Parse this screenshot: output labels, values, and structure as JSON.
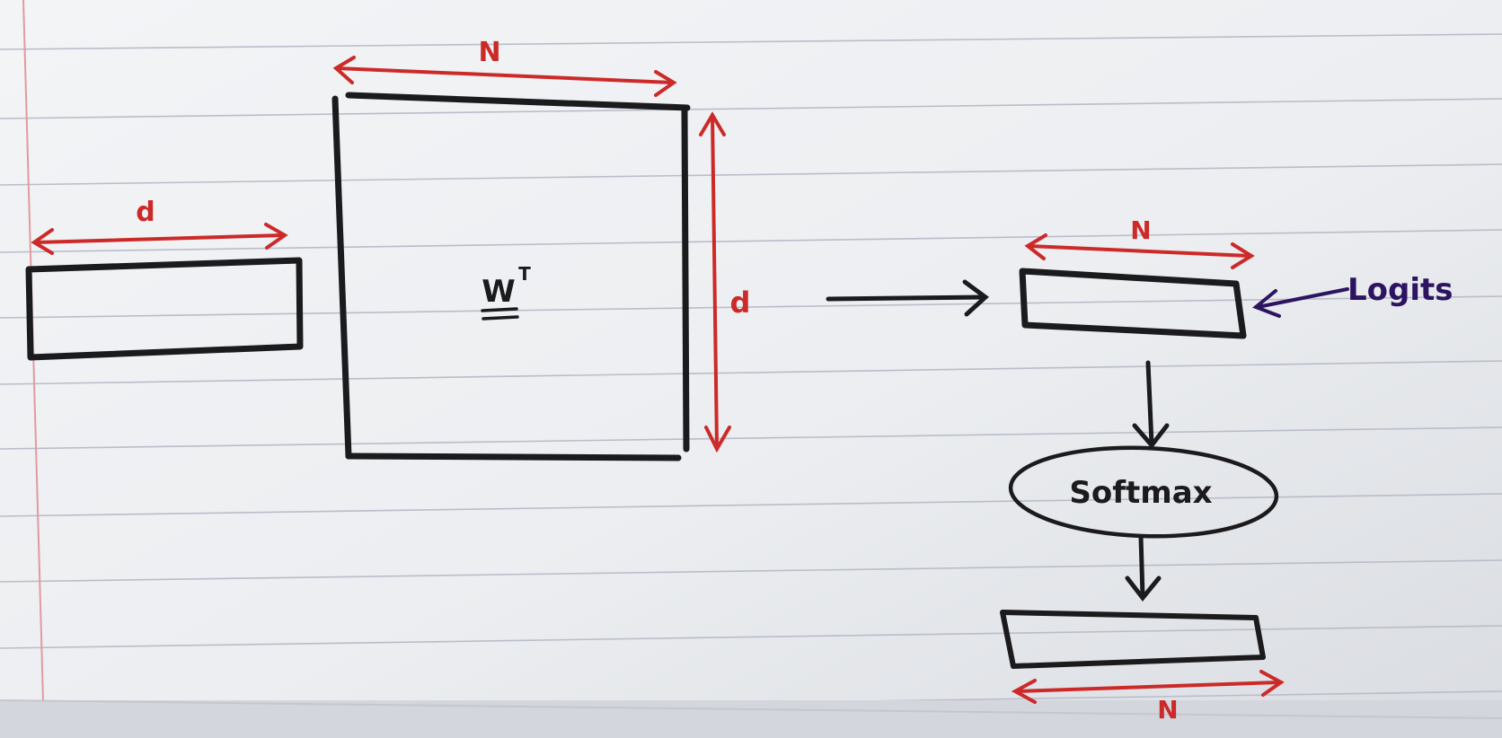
{
  "diagram": {
    "input_vector": {
      "dim_label": "d"
    },
    "weight_matrix": {
      "symbol": "W",
      "superscript": "T",
      "width_label": "N",
      "height_label": "d"
    },
    "logits_vector": {
      "dim_label": "N",
      "annotation": "Logits"
    },
    "softmax": {
      "label": "Softmax"
    },
    "output_vector": {
      "dim_label": "N"
    }
  },
  "colors": {
    "paper": "#eeeff2",
    "rule_line": "#b9bdc9",
    "margin_line": "#e29aa0",
    "ink_black": "#1b1b1d",
    "ink_red": "#cc2a28",
    "ink_purple": "#2c1460"
  }
}
